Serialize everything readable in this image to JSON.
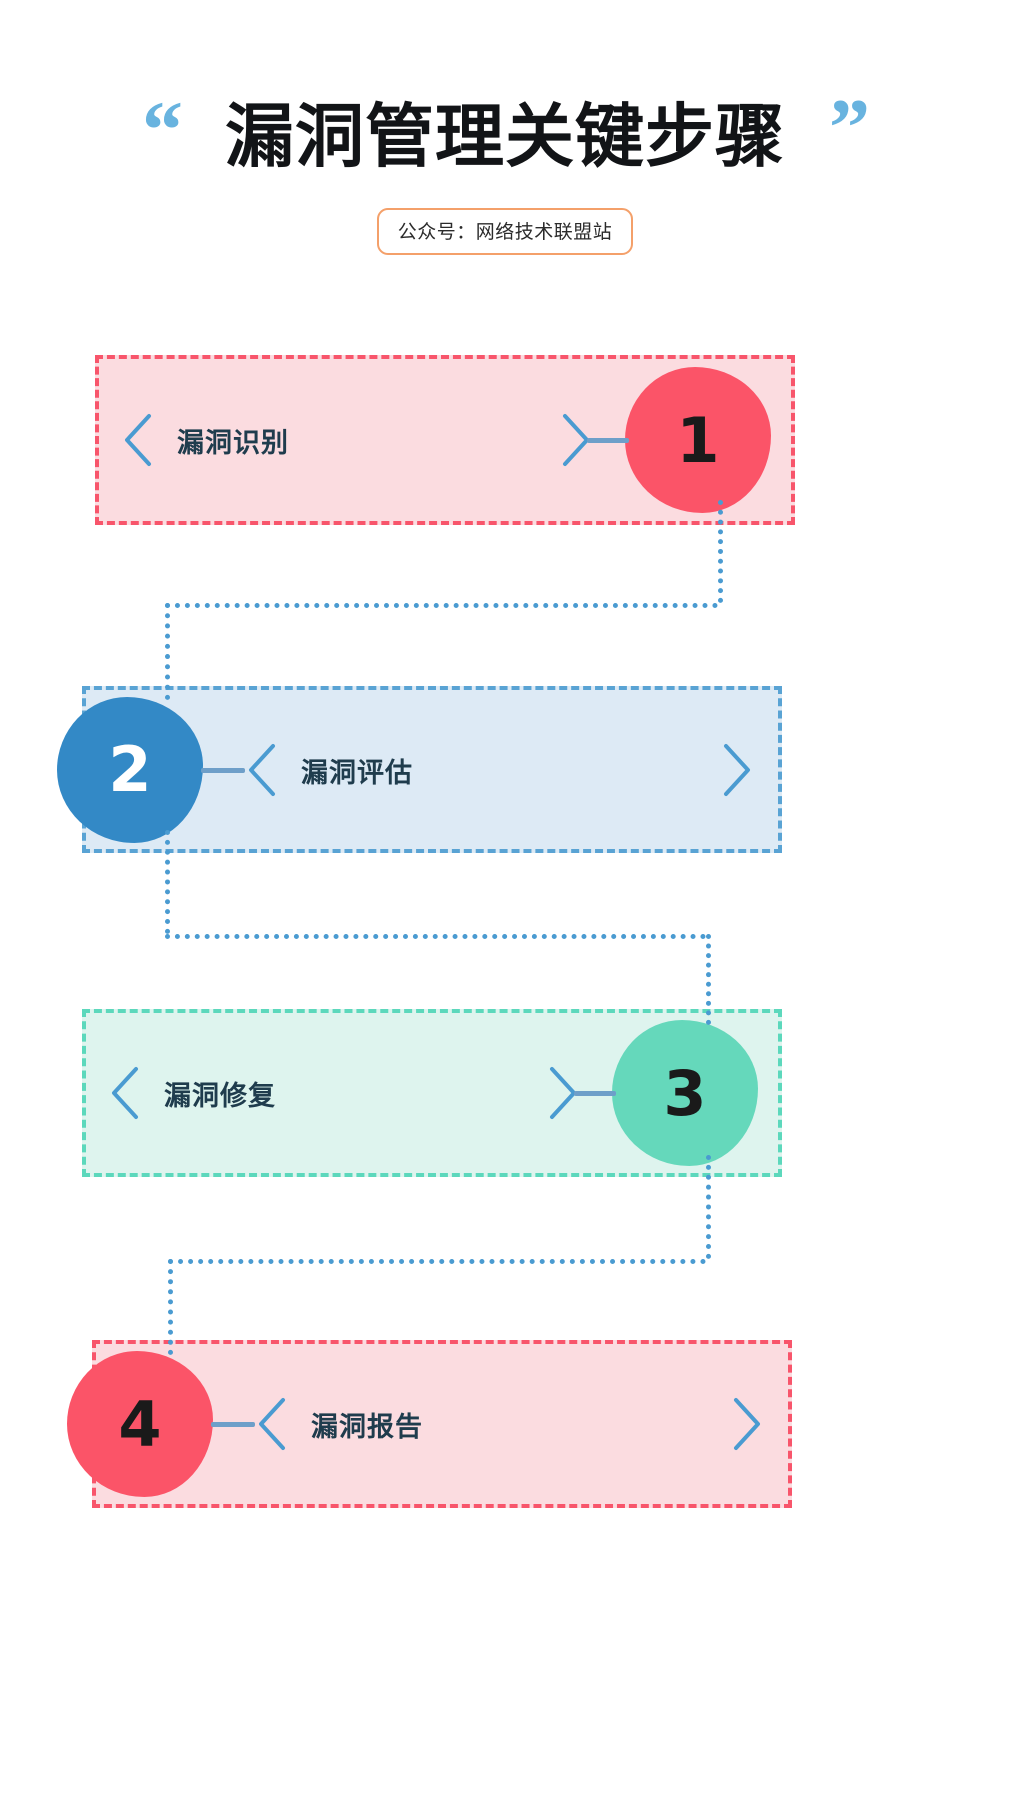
{
  "header": {
    "quote_open": "“",
    "quote_close": "”",
    "title": "漏洞管理关键步骤",
    "subtitle": "公众号：网络技术联盟站",
    "quote_color": "#68B3DF",
    "title_color": "#121417",
    "subtitle_border_color": "#F4A06A"
  },
  "diagram": {
    "type": "flow-steps",
    "orientation": "vertical-zigzag",
    "connector_color": "#4A9BD1",
    "connector_style": "dotted",
    "chevron_color": "#4A9BD1",
    "steps": [
      {
        "number": "1",
        "label": "漏洞识别",
        "side": "right",
        "fill": "#FBDCE0",
        "border": "#F8556B",
        "blob": "#FB5468",
        "number_color": "#1A1A1A"
      },
      {
        "number": "2",
        "label": "漏洞评估",
        "side": "left",
        "fill": "#DDEAF5",
        "border": "#59A3D4",
        "blob": "#3389C6",
        "number_color": "#FFFFFF"
      },
      {
        "number": "3",
        "label": "漏洞修复",
        "side": "right",
        "fill": "#DEF4EE",
        "border": "#5CD8BC",
        "blob": "#65D8BB",
        "number_color": "#1A1A1A"
      },
      {
        "number": "4",
        "label": "漏洞报告",
        "side": "left",
        "fill": "#FBDCE0",
        "border": "#F8556B",
        "blob": "#FB5468",
        "number_color": "#1A1A1A"
      }
    ]
  }
}
